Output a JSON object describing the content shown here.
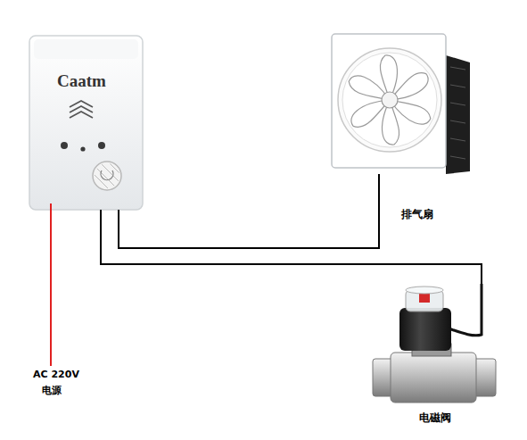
{
  "diagram": {
    "nodes": [
      {
        "text": [
          "Caatm"
        ]
      },
      {
        "text": [
          "排气扇"
        ]
      },
      {
        "text": [
          "电磁阀"
        ]
      }
    ],
    "edges": [
      {
        "from": 0,
        "to": 1,
        "arrow": "none"
      },
      {
        "from": 0,
        "to": 2,
        "arrow": "none"
      }
    ],
    "labels": [
      "AC 220V",
      "电源"
    ]
  }
}
